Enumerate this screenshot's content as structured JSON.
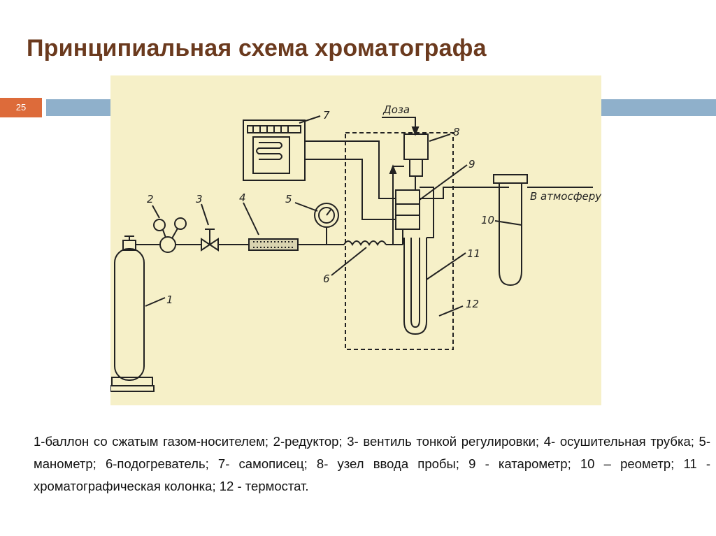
{
  "slide": {
    "title": "Принципиальная схема хроматографа",
    "number": "25",
    "accent_color": "#dd6b3a",
    "band_color": "#8fb0cb",
    "title_color": "#6b3a1e"
  },
  "diagram": {
    "background_color": "#f6f0c8",
    "labels": {
      "cylinder": "1",
      "reducer": "2",
      "valve": "3",
      "drying_tube": "4",
      "manometer": "5",
      "heater": "6",
      "recorder": "7",
      "injector": "8",
      "catharometer": "9",
      "rheometer": "10",
      "column": "11",
      "thermostat": "12"
    },
    "dose_label": "Доза",
    "atmosphere_label": "В атмосферу"
  },
  "caption": {
    "text": "1-баллон со сжатым газом-носителем; 2-редуктор; 3- вентиль тонкой регулировки; 4- осушительная трубка; 5- манометр; 6-подогреватель; 7- самописец; 8- узел ввода пробы; 9 - катарометр; 10 – реометр; 11 - хроматографическая колонка; 12 - термостат."
  }
}
